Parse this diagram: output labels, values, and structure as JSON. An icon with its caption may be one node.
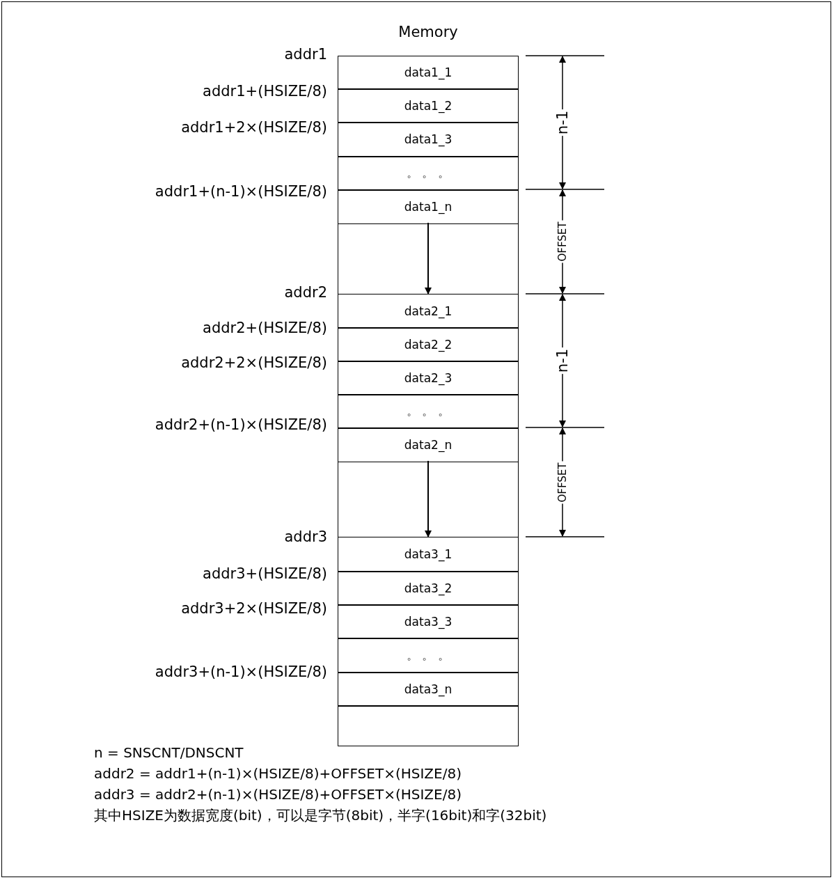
{
  "diagram": {
    "nodes": [
      {
        "text": [
          "Memory"
        ]
      },
      {
        "text": [
          "data1_1"
        ],
        "in": 0
      },
      {
        "text": [
          "data1_2"
        ],
        "in": 0
      },
      {
        "text": [
          "data1_3"
        ],
        "in": 0
      },
      {
        "text": [
          "。 。 。"
        ],
        "in": 0
      },
      {
        "text": [
          "data1_n"
        ],
        "in": 0
      },
      {
        "text": [
          "data2_1"
        ],
        "in": 0
      },
      {
        "text": [
          "data2_2"
        ],
        "in": 0
      },
      {
        "text": [
          "data2_3"
        ],
        "in": 0
      },
      {
        "text": [
          "。 。 。"
        ],
        "in": 0
      },
      {
        "text": [
          "data2_n"
        ],
        "in": 0
      },
      {
        "text": [
          "data3_1"
        ],
        "in": 0
      },
      {
        "text": [
          "data3_2"
        ],
        "in": 0
      },
      {
        "text": [
          "data3_3"
        ],
        "in": 0
      },
      {
        "text": [
          "。 。 。"
        ],
        "in": 0
      },
      {
        "text": [
          "data3_n"
        ],
        "in": 0
      },
      {
        "text": [],
        "shape": "box",
        "in": 0
      }
    ],
    "edges": [
      {
        "from": 5,
        "to": 6,
        "arrow": "to"
      },
      {
        "from": 10,
        "to": 11,
        "arrow": "to"
      }
    ],
    "labels": [
      "addr1",
      "addr1+(HSIZE/8)",
      "addr1+2×(HSIZE/8)",
      "addr1+(n-1)×(HSIZE/8)",
      "n-1",
      "OFFSET",
      "addr2",
      "addr2+(HSIZE/8)",
      "addr2+2×(HSIZE/8)",
      "addr2+(n-1)×(HSIZE/8)",
      "n-1",
      "OFFSET",
      "addr3",
      "addr3+(HSIZE/8)",
      "addr3+2×(HSIZE/8)",
      "addr3+(n-1)×(HSIZE/8)",
      "n = SNSCNT/DNSCNT",
      "addr2 = addr1+(n-1)×(HSIZE/8)+OFFSET×(HSIZE/8)",
      "addr3 = addr2+(n-1)×(HSIZE/8)+OFFSET×(HSIZE/8)",
      "其中HSIZE为数据宽度(bit)，可以是字节(8bit)，半字(16bit)和字(32bit)"
    ]
  }
}
